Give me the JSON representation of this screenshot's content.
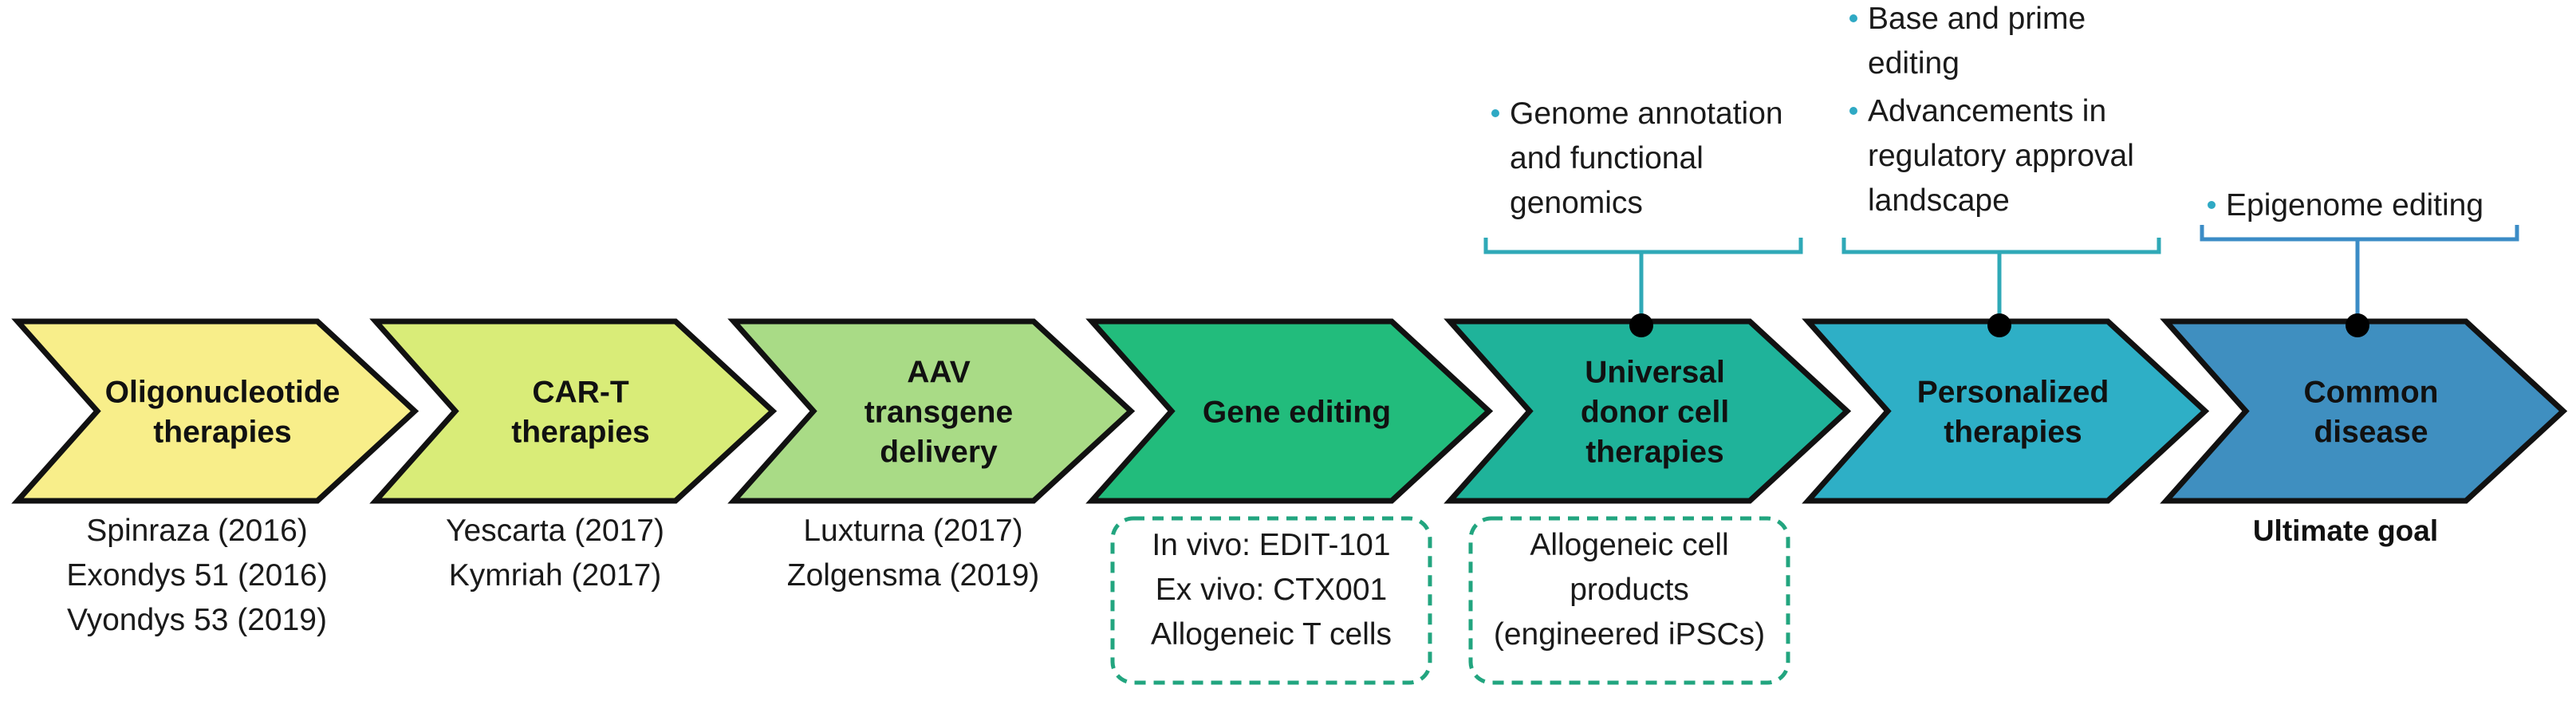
{
  "stages": [
    {
      "id": "oligonucleotide",
      "label_lines": [
        "Oligonucleotide",
        "therapies"
      ],
      "color": "#F8EE8A",
      "below_lines": [
        "Spinraza (2016)",
        "Exondys 51 (2016)",
        "Vyondys 53 (2019)"
      ],
      "below_boxed": false
    },
    {
      "id": "car-t",
      "label_lines": [
        "CAR-T",
        "therapies"
      ],
      "color": "#D9EC78",
      "below_lines": [
        "Yescarta (2017)",
        "Kymriah (2017)"
      ],
      "below_boxed": false
    },
    {
      "id": "aav",
      "label_lines": [
        "AAV",
        "transgene",
        "delivery"
      ],
      "color": "#A9DB86",
      "below_lines": [
        "Luxturna (2017)",
        "Zolgensma (2019)"
      ],
      "below_boxed": false
    },
    {
      "id": "gene-editing",
      "label_lines": [
        "Gene editing"
      ],
      "color": "#22BC7C",
      "below_lines": [
        "In vivo: EDIT-101",
        "Ex vivo: CTX001",
        "Allogeneic T cells"
      ],
      "below_boxed": true
    },
    {
      "id": "universal-donor",
      "label_lines": [
        "Universal",
        "donor cell",
        "therapies"
      ],
      "color": "#1FB39A",
      "below_lines": [
        "Allogeneic cell",
        "products",
        "(engineered iPSCs)"
      ],
      "below_boxed": true
    },
    {
      "id": "personalized",
      "label_lines": [
        "Personalized",
        "therapies"
      ],
      "color": "#2EAFC6",
      "below_lines": [],
      "below_boxed": false
    },
    {
      "id": "common-disease",
      "label_lines": [
        "Common",
        "disease"
      ],
      "color": "#3F8FC0",
      "below_lines": [
        "Ultimate goal"
      ],
      "below_boxed": false,
      "below_bold": true
    }
  ],
  "annotations": [
    {
      "stage": "universal-donor",
      "bullets": [
        [
          "Genome annotation",
          "and functional",
          "genomics"
        ]
      ]
    },
    {
      "stage": "personalized",
      "bullets": [
        [
          "Base and prime",
          "editing"
        ],
        [
          "Advancements in",
          "regulatory approval",
          "landscape"
        ]
      ]
    },
    {
      "stage": "common-disease",
      "bullets": [
        [
          "Epigenome editing"
        ]
      ]
    }
  ],
  "colors": {
    "outline": "#111111",
    "bracket_teal": "#2FA9B7",
    "bracket_blue": "#3B8CC6",
    "dashed_box": "#22A57F",
    "bullet": "#2FA9C4"
  }
}
